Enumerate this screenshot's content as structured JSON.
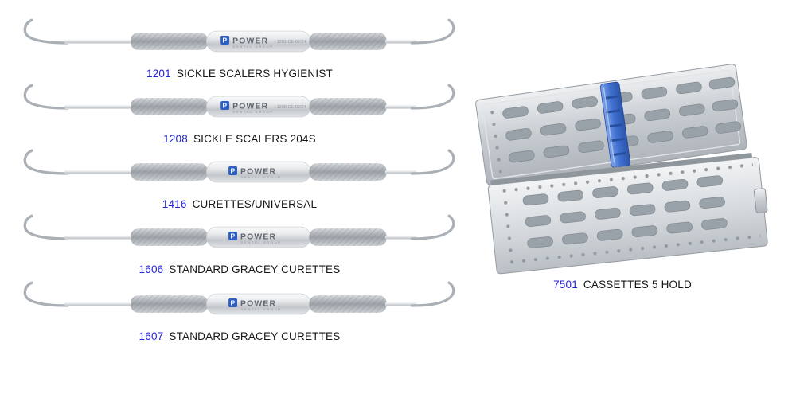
{
  "brand": {
    "name": "POWER",
    "sub": "DENTAL GROUP",
    "logo_letter": "P"
  },
  "products": [
    {
      "code": "1201",
      "name": "SICKLE SCALERS HYGIENIST",
      "handle_mark": "1201 CE 02/24"
    },
    {
      "code": "1208",
      "name": "SICKLE SCALERS 204S",
      "handle_mark": "1208 CE 02/24"
    },
    {
      "code": "1416",
      "name": "CURETTES/UNIVERSAL",
      "handle_mark": ""
    },
    {
      "code": "1606",
      "name": "STANDARD GRACEY CURETTES",
      "handle_mark": ""
    },
    {
      "code": "1607",
      "name": "STANDARD GRACEY CURETTES",
      "handle_mark": ""
    }
  ],
  "cassette": {
    "code": "7501",
    "name": "CASSETTES 5 HOLD"
  },
  "colors": {
    "code_blue": "#2323d6",
    "label_black": "#151515",
    "clip_blue": "#3f6fd0",
    "steel_gray": "#c6cbd0"
  }
}
